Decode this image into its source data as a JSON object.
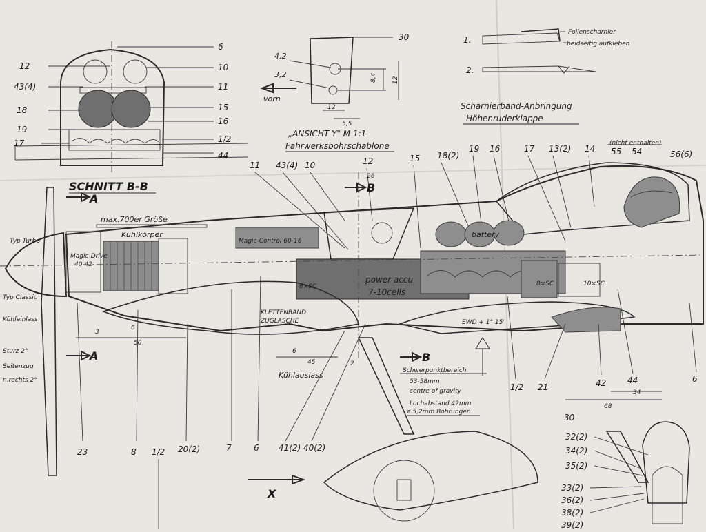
{
  "colors": {
    "paper": "#e9e7e2",
    "ink": "#1c1c1c",
    "fill_gray": "#8e8e8e",
    "fill_dark": "#6f6f6f"
  },
  "section": {
    "title": "SCHNITT B-B",
    "parts": [
      "12",
      "43(4)",
      "18",
      "19",
      "17",
      "6",
      "10",
      "11",
      "15",
      "16",
      "1/2",
      "44"
    ]
  },
  "view_y": {
    "title_line1": "„ANSICHT Y\" M 1:1",
    "title_line2": "Fahrwerksbohrschablone",
    "hole1": "4,2",
    "hole2": "3,2",
    "part": "30",
    "vorn": "vorn",
    "dim_a": "8,4",
    "dim_b": "12",
    "dim_c": "12",
    "dim_d": "5,5"
  },
  "hinge": {
    "step1": "1.",
    "step2": "2.",
    "note_line1": "Folienscharnier",
    "note_line2": "beidseitig aufkleben",
    "title_line1": "Scharnierband-Anbringung",
    "title_line2": "Höhenruderklappe"
  },
  "top_callouts": [
    "11",
    "43(4)",
    "10",
    "12",
    "15",
    "18(2)",
    "19",
    "16",
    "17",
    "13(2)",
    "14",
    "55",
    "54",
    "56(6)"
  ],
  "nicht_enthalten": "(nicht enthalten)",
  "dim_26": "26",
  "body_labels": {
    "size_limit": "max.700er Größe",
    "heatsink": "Kühlkörper",
    "motor_line1": "Magic-Drive",
    "motor_line2": "40-42",
    "controller": "Magic-Control 60-16",
    "battery": "battery",
    "accu_line1": "power accu",
    "accu_line2": "7-10cells",
    "cells_a": "8×SC",
    "cells_b": "8×SC",
    "cells_c": "10×SC",
    "velcro_line1": "KLETTENBAND",
    "velcro_line2": "ZUGLASCHE",
    "ewd": "EWD + 1° 15'",
    "section_a": "A",
    "section_b": "B"
  },
  "left_notes": {
    "prop_turbo": "Typ Turbo",
    "prop_classic": "Typ Classic",
    "cooling_inlet": "Kühleinlass",
    "sturz": "Sturz 2°",
    "seitenzug_line1": "Seitenzug",
    "seitenzug_line2": "n.rechts 2°"
  },
  "dims": {
    "d3": "3",
    "d6": "6",
    "d50": "50",
    "d6b": "6",
    "d45": "45",
    "d2": "2",
    "d68": "68",
    "d34": "34"
  },
  "cooling_outlet": "Kühlauslass",
  "cg": {
    "line1": "Schwerpunktbereich",
    "line2": "53-58mm",
    "line3": "centre of gravity"
  },
  "holes": {
    "line1": "Lochabstand 42mm",
    "line2": "ø 5,2mm Bohrungen"
  },
  "bottom_callouts": [
    "23",
    "8",
    "1/2",
    "20(2)",
    "7",
    "6",
    "41(2)",
    "40(2)",
    "1/2",
    "21",
    "42",
    "44",
    "6"
  ],
  "gear_callouts": [
    "30",
    "32(2)",
    "34(2)",
    "35(2)",
    "33(2)",
    "36(2)",
    "38(2)",
    "39(2)"
  ],
  "view_x": "X"
}
